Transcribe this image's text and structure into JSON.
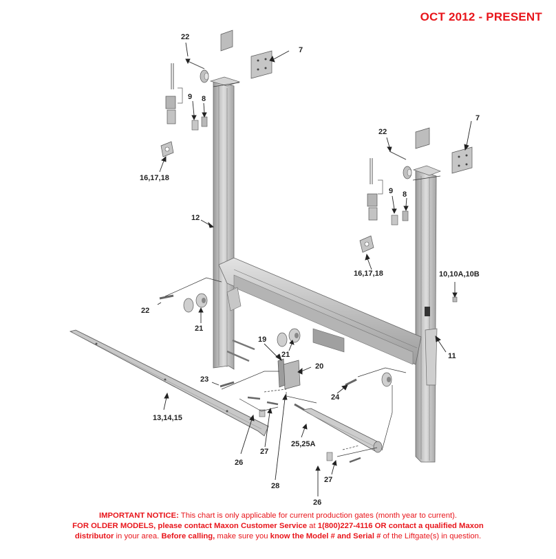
{
  "header": {
    "date_range": "OCT 2012 - PRESENT"
  },
  "callouts": {
    "c22_top": "22",
    "c7_top": "7",
    "c9_left": "9",
    "c8_left": "8",
    "c16_left": "16,17,18",
    "c22_right": "22",
    "c7_right": "7",
    "c9_right": "9",
    "c8_right": "8",
    "c12": "12",
    "c16_right": "16,17,18",
    "c10": "10,10A,10B",
    "c22_lower": "22",
    "c21_left": "21",
    "c19": "19",
    "c21_mid": "21",
    "c11": "11",
    "c20": "20",
    "c23": "23",
    "c24": "24",
    "c13": "13,14,15",
    "c25": "25,25A",
    "c26_left": "26",
    "c27_left": "27",
    "c27_right": "27",
    "c28": "28",
    "c26_right": "26"
  },
  "notice": {
    "l1_bold": "IMPORTANT NOTICE:",
    "l1_text": " This chart is only applicable for current production gates (month year to current).",
    "l2_bold": "FOR OLDER MODELS, please contact Maxon Customer Service",
    "l2_mid": " at ",
    "l2_bold2": "1(800)227-4116 OR contact a qualified Maxon",
    "l3_bold": "distributor",
    "l3_text": " in your area. ",
    "l3_bold2": "Before calling,",
    "l3_text2": " make sure you ",
    "l3_bold3": "know the Model # and Serial #",
    "l3_text3": " of the Liftgate(s) in question."
  },
  "colors": {
    "header_red": "#e8151b",
    "part_gray": "#c9c9c9",
    "part_dark": "#8a8a8a"
  }
}
